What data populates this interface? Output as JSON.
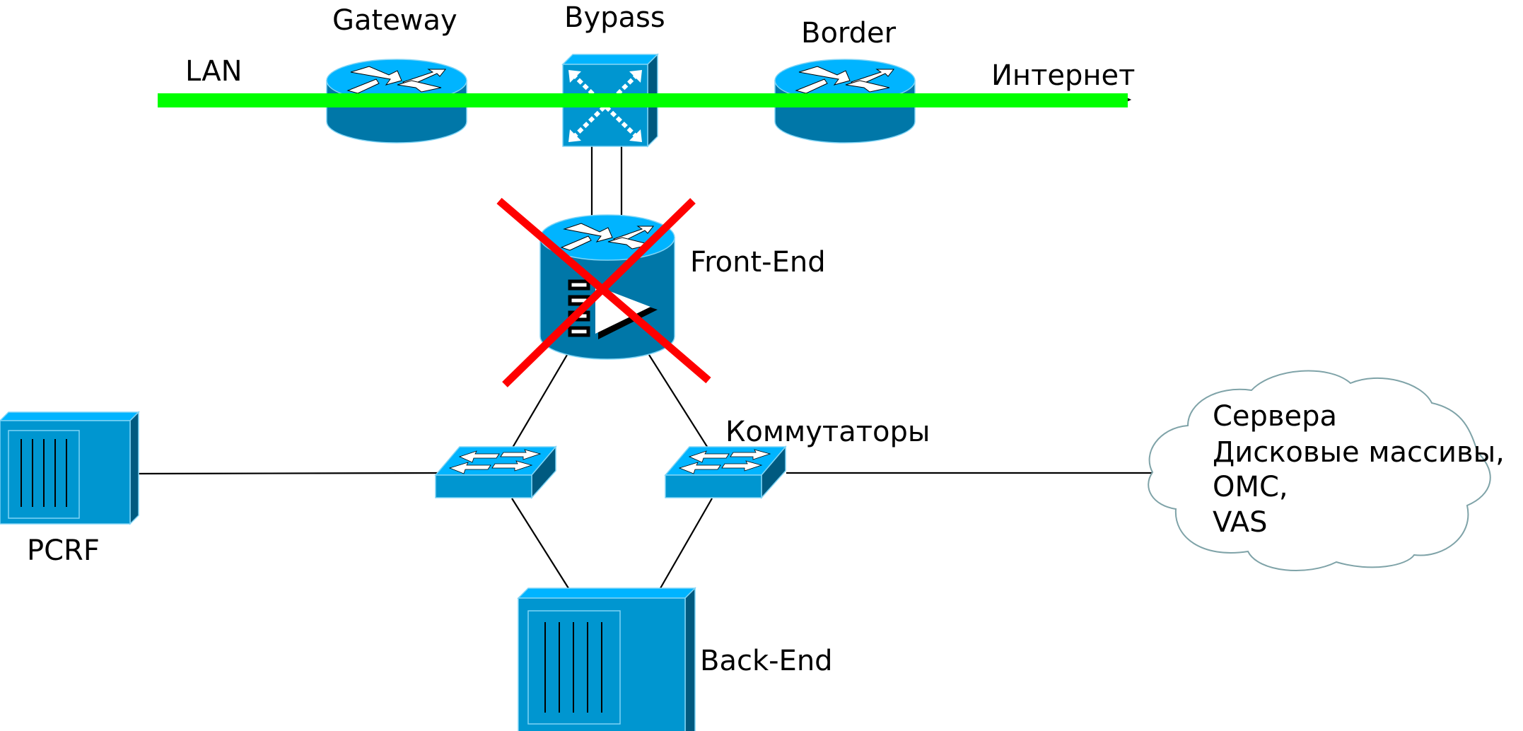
{
  "diagram": {
    "title": "",
    "colors": {
      "device_top": "#00b4ff",
      "device_front": "#0096d0",
      "device_body": "#0077a8",
      "device_side": "#005a80",
      "traffic_path": "#00ff00",
      "disabled_mark": "#ff0000",
      "cloud_stroke": "#7fa3a8",
      "wire": "#000000"
    },
    "nodes": {
      "gateway": {
        "label": "Gateway",
        "type": "router"
      },
      "bypass": {
        "label": "Bypass",
        "type": "bypass-switch"
      },
      "border": {
        "label": "Border",
        "type": "router"
      },
      "frontend": {
        "label": "Front-End",
        "type": "router-with-load-balancer",
        "status": "disabled"
      },
      "switches": {
        "label": "Коммутаторы",
        "type": "switch",
        "count": 2
      },
      "pcrf": {
        "label": "PCRF",
        "type": "server"
      },
      "backend": {
        "label": "Back-End",
        "type": "server"
      },
      "cloud": {
        "type": "cloud",
        "lines": [
          "Сервера",
          "Дисковые массивы,",
          "OMC,",
          "VAS"
        ]
      }
    },
    "endpoints": {
      "lan": "LAN",
      "internet": "Интернет"
    },
    "traffic_path": {
      "from": "LAN",
      "to": "Интернет",
      "via": [
        "Gateway",
        "Bypass",
        "Border"
      ]
    },
    "links": [
      {
        "from": "Bypass",
        "to": "Front-End",
        "count": 2
      },
      {
        "from": "Front-End",
        "to": "Коммутатор 1"
      },
      {
        "from": "Front-End",
        "to": "Коммутатор 2"
      },
      {
        "from": "Коммутатор 1",
        "to": "PCRF"
      },
      {
        "from": "Коммутатор 2",
        "to": "Сервера / Дисковые массивы / OMC / VAS"
      },
      {
        "from": "Коммутатор 1",
        "to": "Back-End"
      },
      {
        "from": "Коммутатор 2",
        "to": "Back-End"
      }
    ]
  }
}
